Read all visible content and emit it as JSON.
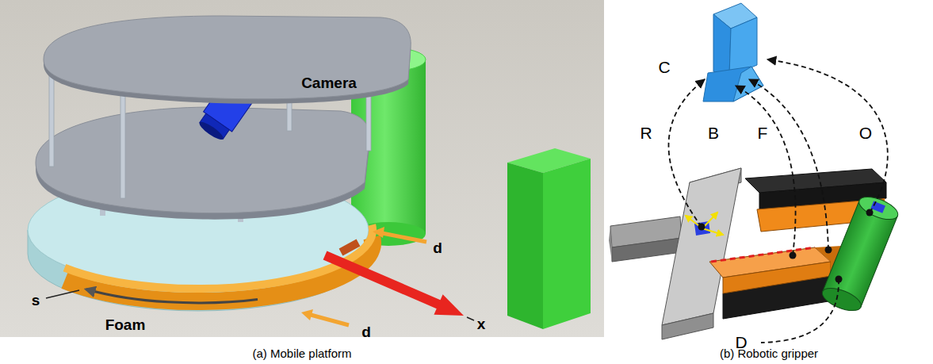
{
  "diagram": {
    "labels": [
      "Camera",
      "d",
      "d",
      "x",
      "s",
      "Foam",
      "(a) Mobile platform",
      "C",
      "R",
      "B",
      "F",
      "O",
      "D",
      "(b) Robotic gripper"
    ]
  }
}
